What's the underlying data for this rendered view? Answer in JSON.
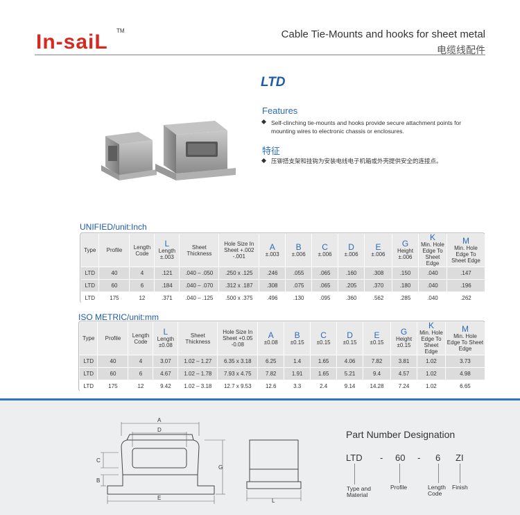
{
  "header": {
    "logo": "In-saiL",
    "tm": "TM",
    "title": "Cable Tie-Mounts and hooks for sheet metal",
    "subtitle_cn": "电缆线配件"
  },
  "product_code": "LTD",
  "features": {
    "title": "Features",
    "description": "Self-clinching tie-mounts and hooks provide secure attachment points for mounting wires to electronic chassis or enclosures.",
    "title_cn": "特征",
    "description_cn": "压铆搭支架和挂钩为安装电线电子机箱或外壳提供安全的连接点。"
  },
  "unified_table": {
    "title": "UNIFIED/unit:Inch",
    "headers": {
      "type": "Type",
      "profile": "Profile",
      "length_code": "Length Code",
      "L": "L",
      "L_sub": "Length ±.003",
      "sheet": "Sheet Thickness",
      "hole": "Hole Size In Sheet +.002 -.001",
      "A": "A",
      "A_sub": "±.003",
      "B": "B",
      "B_sub": "±.006",
      "C": "C",
      "C_sub": "±.006",
      "D": "D",
      "D_sub": "±.006",
      "E": "E",
      "E_sub": "±.006",
      "G": "G",
      "G_sub": "Height ±.006",
      "K": "K",
      "K_sub": "Min. Hole Edge To Sheet Edge",
      "M": "M",
      "M_sub": "Min. Hole Edge To Sheet Edge"
    },
    "rows": [
      [
        "LTD",
        "40",
        "4",
        ".121",
        ".040 – .050",
        ".250 x .125",
        ".246",
        ".055",
        ".065",
        ".160",
        ".308",
        ".150",
        ".040",
        ".147"
      ],
      [
        "LTD",
        "60",
        "6",
        ".184",
        ".040 – .070",
        ".312 x .187",
        ".308",
        ".075",
        ".065",
        ".205",
        ".370",
        ".180",
        ".040",
        ".196"
      ],
      [
        "LTD",
        "175",
        "12",
        ".371",
        ".040 – .125",
        ".500 x .375",
        ".496",
        ".130",
        ".095",
        ".360",
        ".562",
        ".285",
        ".040",
        ".262"
      ]
    ]
  },
  "metric_table": {
    "title": "ISO METRIC/unit:mm",
    "headers": {
      "type": "Type",
      "profile": "Profile",
      "length_code": "Length Code",
      "L": "L",
      "L_sub": "Length ±0.08",
      "sheet": "Sheet Thickness",
      "hole": "Hole Size In Sheet +0.05 -0.08",
      "A": "A",
      "A_sub": "±0.08",
      "B": "B",
      "B_sub": "±0.15",
      "C": "C",
      "C_sub": "±0.15",
      "D": "D",
      "D_sub": "±0.15",
      "E": "E",
      "E_sub": "±0.15",
      "G": "G",
      "G_sub": "Height ±0.15",
      "K": "K",
      "K_sub": "Min. Hole Edge To Sheet Edge",
      "M": "M",
      "M_sub": "Min. Hole Edge To Sheet Edge"
    },
    "rows": [
      [
        "LTD",
        "40",
        "4",
        "3.07",
        "1.02 – 1.27",
        "6.35 x 3.18",
        "6.25",
        "1.4",
        "1.65",
        "4.06",
        "7.82",
        "3.81",
        "1.02",
        "3.73"
      ],
      [
        "LTD",
        "60",
        "6",
        "4.67",
        "1.02 – 1.78",
        "7.93 x 4.75",
        "7.82",
        "1.91",
        "1.65",
        "5.21",
        "9.4",
        "4.57",
        "1.02",
        "4.98"
      ],
      [
        "LTD",
        "175",
        "12",
        "9.42",
        "1.02 – 3.18",
        "12.7 x 9.53",
        "12.6",
        "3.3",
        "2.4",
        "9.14",
        "14.28",
        "7.24",
        "1.02",
        "6.65"
      ]
    ]
  },
  "drawing": {
    "labels": {
      "A": "A",
      "D": "D",
      "C": "C",
      "B": "B",
      "G": "G",
      "E": "E",
      "L": "L"
    }
  },
  "part_number": {
    "title": "Part Number Designation",
    "parts": [
      "LTD",
      "-",
      "60",
      "-",
      "6",
      "ZI"
    ],
    "labels": {
      "type": "Type and Material",
      "profile": "Profile",
      "length_code": "Length Code",
      "finish": "Finish"
    }
  },
  "colors": {
    "brand_red": "#d42a22",
    "accent_blue": "#2a6bb8",
    "bar_blue": "#2a76c0"
  }
}
